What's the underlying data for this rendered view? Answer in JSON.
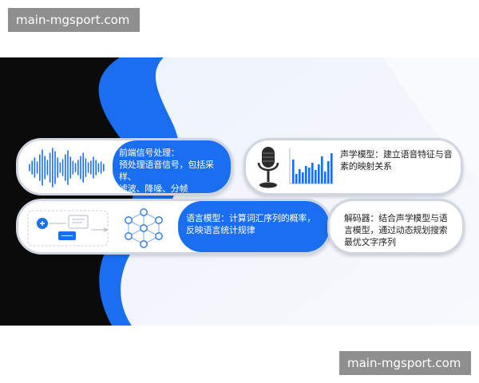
{
  "watermarks": {
    "top": "main-mgsport.com",
    "bottom": "main-mgsport.com"
  },
  "cards": {
    "frontend": {
      "title": "前端信号处理：",
      "lines": [
        "预处理语音信号，包括采样、",
        "滤波、降噪、分帧"
      ]
    },
    "acoustic": {
      "title": "声学模型：建立语音特征与音",
      "lines": [
        "素的映射关系"
      ]
    },
    "language": {
      "title": "语言模型：计算词汇序列的概率，",
      "lines": [
        "反映语言统计规律"
      ]
    },
    "decoder": {
      "title": "解码器：结合声学模型与语",
      "lines": [
        "言模型，通过动态规划搜索",
        "最优文字序列"
      ]
    }
  },
  "colors": {
    "accent": "#1a6ff0",
    "dark_bg": "#0b0b0b",
    "watermark_bg": "#8f8f8f"
  },
  "icons": [
    "waveform-icon",
    "microphone-icon",
    "bar-chart-icon",
    "ui-flow-icon",
    "network-graph-icon"
  ]
}
